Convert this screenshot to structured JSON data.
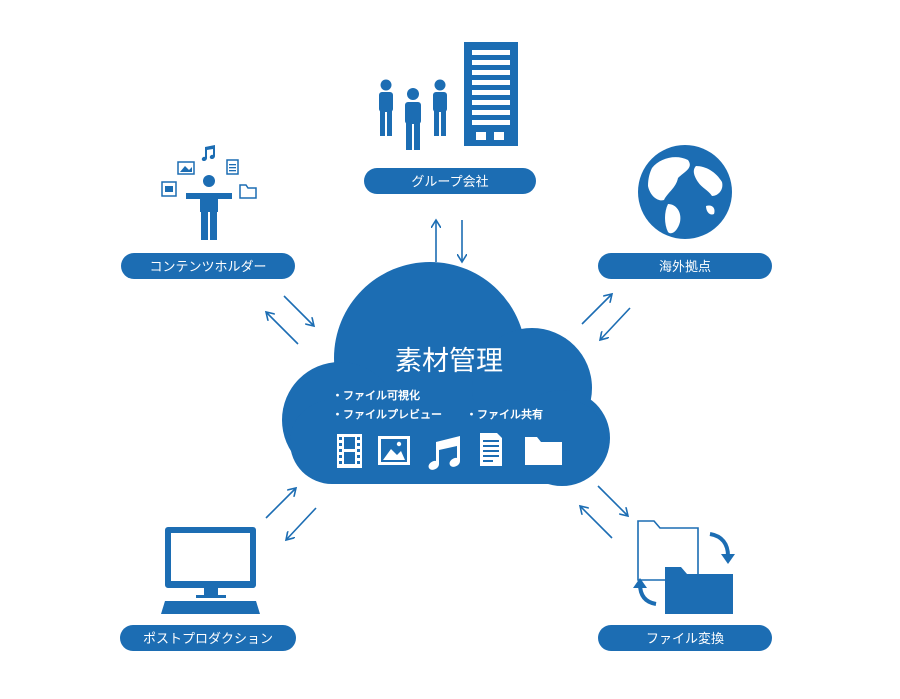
{
  "colors": {
    "primary": "#1c6db3",
    "white": "#ffffff"
  },
  "center": {
    "title": "素材管理",
    "features": [
      "・ファイル可視化",
      "・ファイルプレビュー",
      "・ファイル共有"
    ],
    "icons": [
      "film-icon",
      "image-icon",
      "music-note-icon",
      "document-icon",
      "folder-icon"
    ]
  },
  "nodes": {
    "group": {
      "label": "グループ会社",
      "icon": "people-building-icon"
    },
    "overseas": {
      "label": "海外拠点",
      "icon": "globe-icon"
    },
    "content": {
      "label": "コンテンツホルダー",
      "icon": "person-with-media-icon"
    },
    "post": {
      "label": "ポストプロダクション",
      "icon": "computer-icon"
    },
    "convert": {
      "label": "ファイル変換",
      "icon": "folder-convert-icon"
    }
  }
}
